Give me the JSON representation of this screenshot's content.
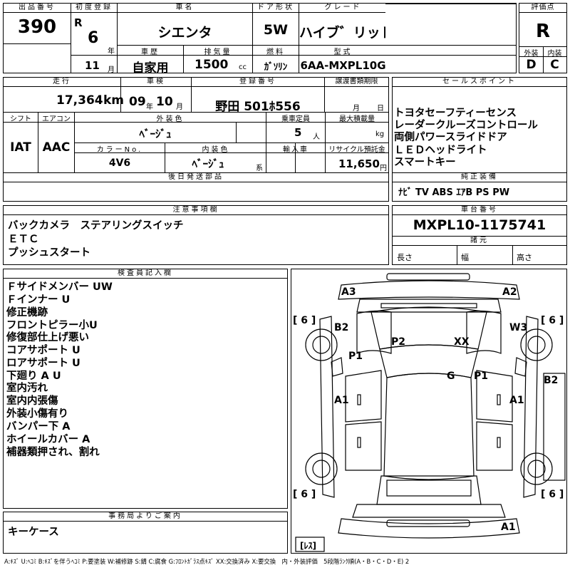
{
  "header": {
    "lot_label": "出品番号",
    "lot_value": "390",
    "first_reg_label": "初度登録",
    "era": "R",
    "year_value": "6",
    "year_unit": "年",
    "month_value": "11",
    "month_unit": "月",
    "car_name_label": "車名",
    "car_name": "シエンタ",
    "door_label": "ドア形状",
    "door_value": "5W",
    "grade_label": "グレード",
    "grade_value": "ハイブ゛リッド゛Z",
    "score_label": "評価点",
    "score_value": "R",
    "history_label": "車歴",
    "history_value": "自家用",
    "displacement_label": "排気量",
    "displacement_value": "1500",
    "displacement_unit": "cc",
    "fuel_label": "燃料",
    "fuel_value": "ｶﾞｿﾘﾝ",
    "model_label": "型式",
    "model_value": "6AA-MXPL10G",
    "exterior_label": "外装",
    "exterior_value": "D",
    "interior_label": "内装",
    "interior_value": "C"
  },
  "info": {
    "mileage_label": "走行",
    "mileage_value": "17,364",
    "mileage_unit": "km",
    "inspection_label": "車検",
    "inspection_year": "09",
    "inspection_year_unit": "年",
    "inspection_month": "10",
    "inspection_month_unit": "月",
    "plate_label": "登録番号",
    "plate_value": "野田 501ﾎ556",
    "transfer_label": "譲渡書類期限",
    "transfer_month_unit": "月",
    "transfer_day_unit": "日",
    "shift_label": "シフト",
    "shift_value": "IAT",
    "ac_label": "エアコン",
    "ac_value": "AAC",
    "color_label": "外装色",
    "color_value": "ﾍﾞｰｼﾞｭ",
    "capacity_label": "乗車定員",
    "capacity_value": "5",
    "capacity_unit": "人",
    "load_label": "最大積載量",
    "load_unit": "kg",
    "colorno_label": "カラーNo.",
    "colorno_value": "4V6",
    "interior_color_label": "内装色",
    "interior_color_value": "ﾍﾞｰｼﾞｭ",
    "interior_color_unit": "系",
    "import_label": "輸入車",
    "recycle_label": "リサイクル預託金",
    "recycle_value": "11,650",
    "recycle_unit": "円",
    "later_label": "後日発送部品"
  },
  "sales": {
    "label": "セールスポイント",
    "points": [
      "トヨタセーフティーセンス",
      "レーダークルーズコントロール",
      "両側パワースライドドア",
      "ＬＥＤヘッドライト",
      "スマートキー"
    ],
    "equip_label": "純正装備",
    "equip_value": "ﾅﾋﾞ  TV  ABS  ｴｱB  PS  PW"
  },
  "notes": {
    "label": "注意事項欄",
    "lines": [
      "バックカメラ　ステアリングスイッチ",
      "ＥＴＣ",
      "プッシュスタート"
    ]
  },
  "chassis": {
    "label": "車台番号",
    "value": "MXPL10-1175741",
    "dims_label": "諸元",
    "length_label": "長さ",
    "width_label": "幅",
    "height_label": "高さ"
  },
  "inspector": {
    "label": "検査員記入欄",
    "lines": [
      "Ｆサイドメンバー UW",
      "Ｆインナー U",
      "修正機跡",
      "フロントピラー小U",
      "修復部仕上げ悪い",
      "コアサポート U",
      "ロアサポート U",
      "下廻り A U",
      "室内汚れ",
      "室内内張傷",
      "外装小傷有り",
      "バンパー下 A",
      "ホイールカバー A",
      "補器類押され、割れ"
    ]
  },
  "diagram": {
    "marks": {
      "a3": "A3",
      "a2": "A2",
      "b2_left": "B2",
      "w3": "W3",
      "p1_left": "P1",
      "p2": "P2",
      "xx": "XX",
      "g": "G",
      "p1_right": "P1",
      "b2_right": "B2",
      "a1_left": "A1",
      "a1_right": "A1",
      "a1_bottom": "A1"
    },
    "tire_tl": "[ 6 ]",
    "tire_tr": "[ 6 ]",
    "tire_bl": "[ 6 ]",
    "tire_br": "[ 6 ]",
    "spare": "[ﾚｽ]"
  },
  "office": {
    "label": "事務局よりご案内",
    "value": "キーケース"
  },
  "legend": "A:ｷｽﾞ U:ﾍｺﾐ B:ｷｽﾞを伴うﾍｺﾐ P:要塗装 W:補修跡 S:錆 C:腐食 G:ﾌﾛﾝﾄｶﾞﾗｽ点ｷｽﾞ XX:交換済み X:要交換　内・外装評価　5段階ﾗﾝｸ順(A・B・C・D・E) 2"
}
